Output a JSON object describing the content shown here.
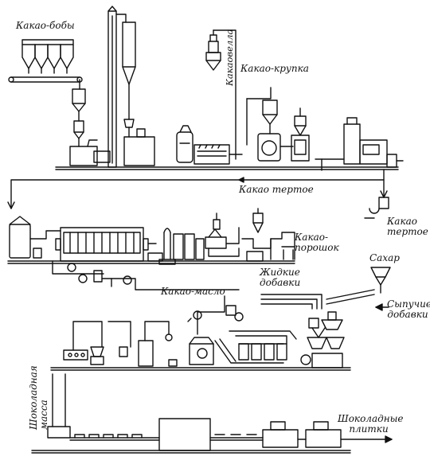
{
  "labels": {
    "cocoa_beans": "Какао-бобы",
    "cocoa_shell": "Какаовелла",
    "cocoa_nibs": "Какао-крупка",
    "cocoa_liquor_mid": "Какао тертое",
    "cocoa_liquor_right": "Какао тертое",
    "cocoa_powder": "Какао-порошок",
    "sugar": "Сахар",
    "liquid_additives": "Жидкие добавки",
    "cocoa_butter": "Какао-масло",
    "dry_additives": "Сыпучие добавки",
    "chocolate_mass": "Шоколадная масса",
    "chocolate_bars": "Шоколадные плитки"
  },
  "colors": {
    "ink": "#111111",
    "paper": "#ffffff"
  }
}
